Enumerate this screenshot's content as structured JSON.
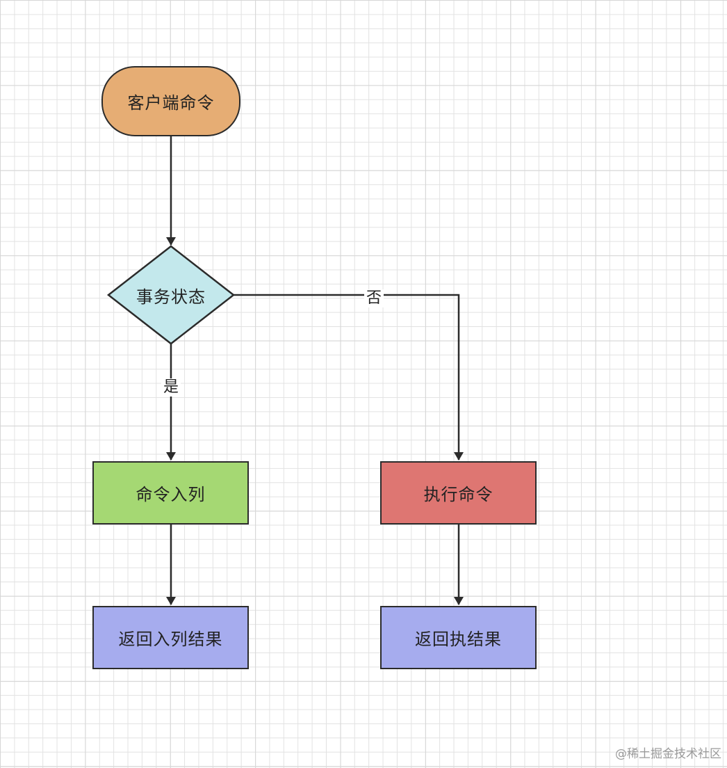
{
  "diagram": {
    "nodes": {
      "start": {
        "label": "客户端命令",
        "shape": "terminator",
        "color": "#e6ad74"
      },
      "decision": {
        "label": "事务状态",
        "shape": "decision",
        "color": "#c3e8ec"
      },
      "enqueue": {
        "label": "命令入列",
        "shape": "process",
        "color": "#a5d873"
      },
      "execute": {
        "label": "执行命令",
        "shape": "process",
        "color": "#de7672"
      },
      "return_enqueue": {
        "label": "返回入列结果",
        "shape": "process",
        "color": "#a6acee"
      },
      "return_execute": {
        "label": "返回执结果",
        "shape": "process",
        "color": "#a6acee"
      }
    },
    "edges": [
      {
        "from": "start",
        "to": "decision",
        "label": ""
      },
      {
        "from": "decision",
        "to": "enqueue",
        "label": "是"
      },
      {
        "from": "decision",
        "to": "execute",
        "label": "否"
      },
      {
        "from": "enqueue",
        "to": "return_enqueue",
        "label": ""
      },
      {
        "from": "execute",
        "to": "return_execute",
        "label": ""
      }
    ],
    "edge_labels": {
      "yes": "是",
      "no": "否"
    }
  },
  "watermark": "@稀土掘金技术社区",
  "colors": {
    "stroke": "#2b2b2b",
    "grid": "#e2e2e2"
  }
}
